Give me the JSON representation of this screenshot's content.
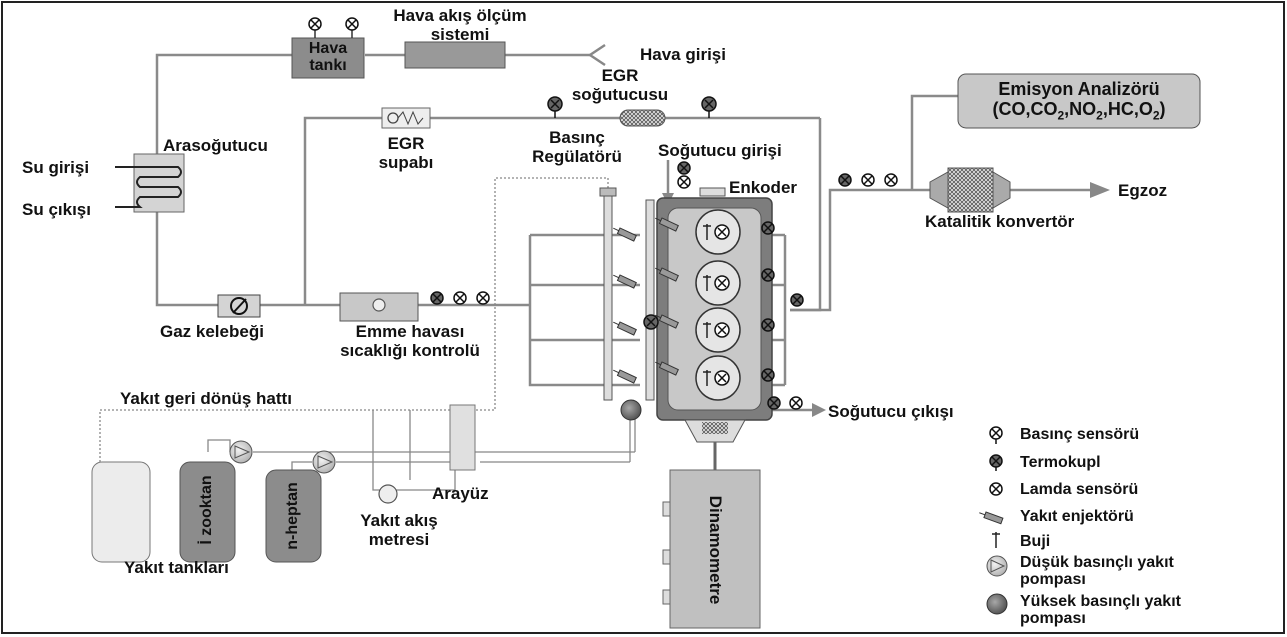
{
  "labels": {
    "hava_akis_olcum": "Hava akış ölçüm sistemi",
    "hava_akis_line1": "Hava akış ölçüm",
    "hava_akis_line2": "sistemi",
    "hava_tanki_line1": "Hava",
    "hava_tanki_line2": "tankı",
    "hava_girisi": "Hava girişi",
    "emisyon_line1": "Emisyon Analizörü",
    "emisyon_line2": "(CO,CO2,NO2,HC,O2)",
    "egr_sogutucusu_line1": "EGR",
    "egr_sogutucusu_line2": "soğutucusu",
    "arasogutucu": "Arasoğutucu",
    "egr_supabi_line1": "EGR",
    "egr_supabi_line2": "supabı",
    "basinc_reg_line1": "Basınç",
    "basinc_reg_line2": "Regülatörü",
    "sogutucu_girisi": "Soğutucu girişi",
    "su_girisi": "Su girişi",
    "su_cikisi": "Su çıkışı",
    "enkoder": "Enkoder",
    "egzoz": "Egzoz",
    "katalitik": "Katalitik konvertör",
    "gaz_kelebegi": "Gaz kelebeği",
    "emme_line1": "Emme havası",
    "emme_line2": "sıcaklığı kontrolü",
    "yakit_geri": "Yakıt geri dönüş hattı",
    "sogutucu_cikisi": "Soğutucu çıkışı",
    "izooktan": "İ zooktan",
    "nheptan": "n-heptan",
    "arayuz": "Arayüz",
    "yakit_akis_line1": "Yakıt akış",
    "yakit_akis_line2": "metresi",
    "yakit_tanklari": "Yakıt tankları",
    "dinamometre": "Dinamometre"
  },
  "legend": [
    {
      "icon": "pressure-sensor-icon",
      "label": "Basınç sensörü"
    },
    {
      "icon": "thermocouple-icon",
      "label": "Termokupl"
    },
    {
      "icon": "lambda-sensor-icon",
      "label": "Lamda sensörü"
    },
    {
      "icon": "fuel-injector-icon",
      "label": "Yakıt enjektörü"
    },
    {
      "icon": "spark-plug-icon",
      "label": "Buji"
    },
    {
      "icon": "low-pressure-pump-icon",
      "label_line1": "Düşük basınçlı  yakıt",
      "label_line2": "pompası"
    },
    {
      "icon": "high-pressure-pump-icon",
      "label_line1": "Yüksek basınçlı  yakıt",
      "label_line2": "pompası"
    }
  ],
  "colors": {
    "line": "#8a8a8a",
    "box_dark": "#8c8c8c",
    "box_light": "#d4d4d4",
    "engine_outer": "#7d7d7d",
    "engine_inner": "#c8c8c8",
    "text": "#111111"
  }
}
